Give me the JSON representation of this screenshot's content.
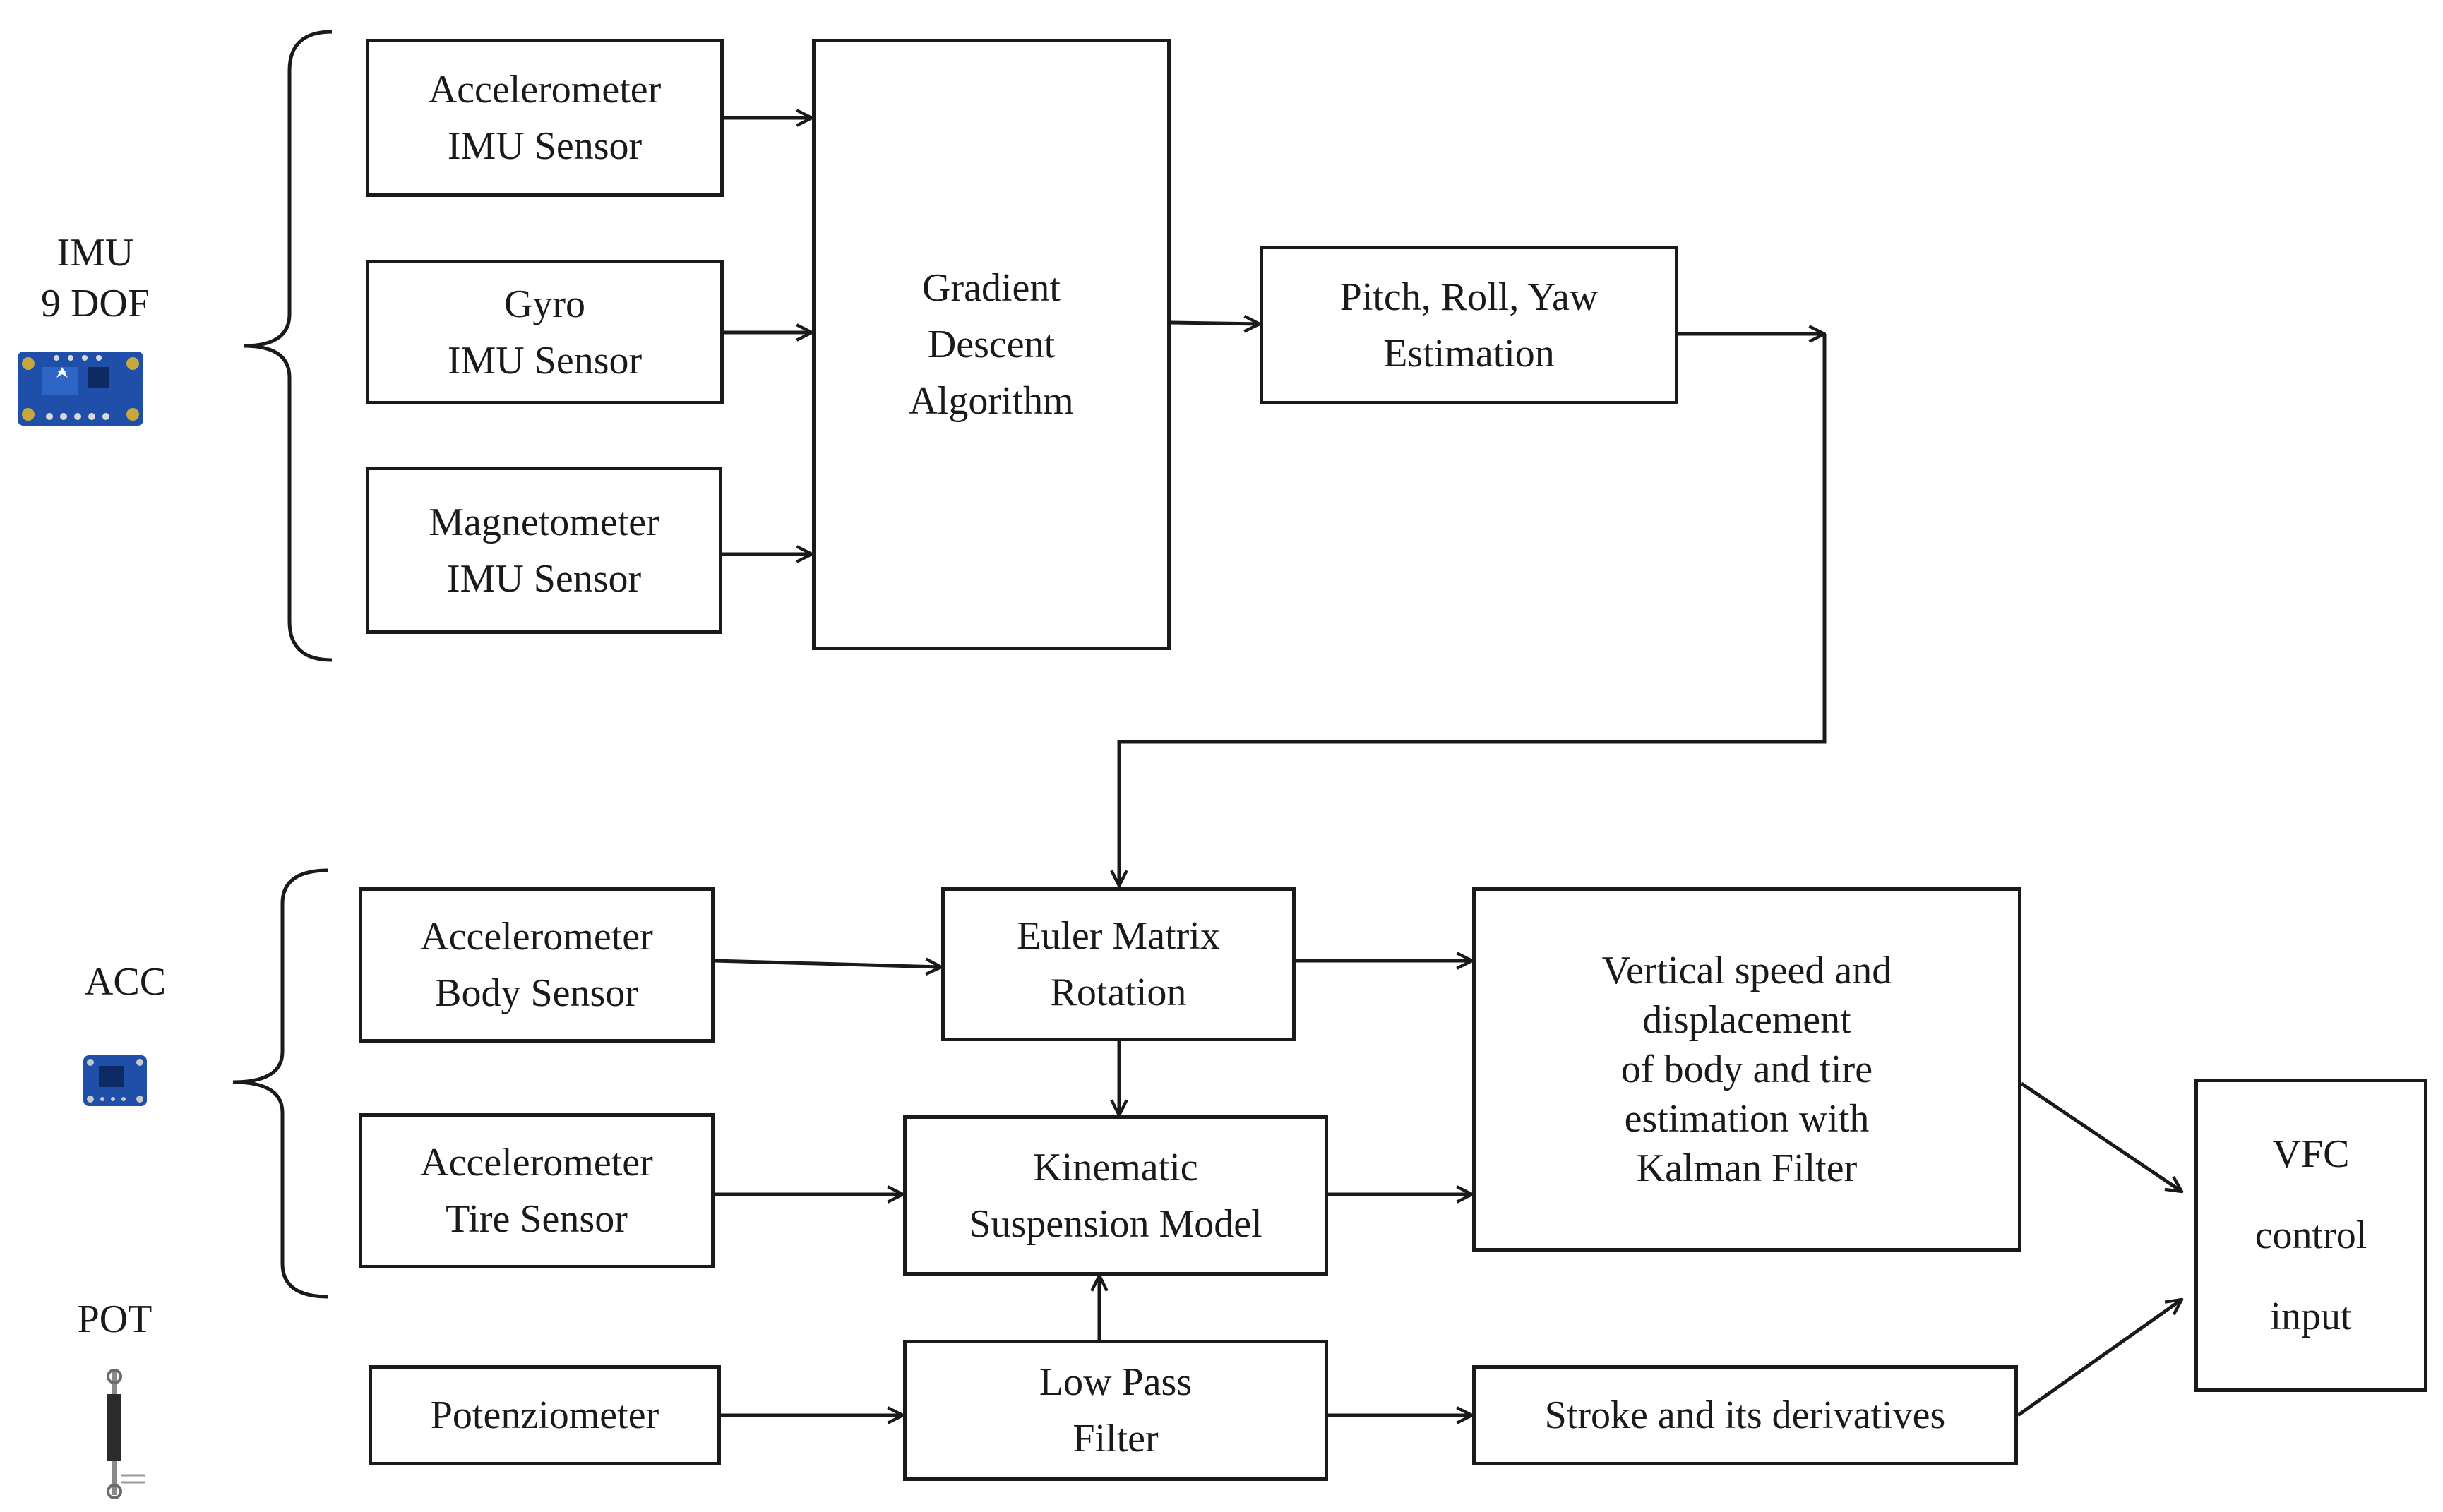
{
  "groups": {
    "imu": {
      "label": "IMU\n9 DOF",
      "icon": "imu-board-icon"
    },
    "acc": {
      "label": "ACC",
      "icon": "accelerometer-board-icon"
    },
    "pot": {
      "label": "POT",
      "icon": "potentiometer-icon"
    }
  },
  "blocks": {
    "accel_imu": "Accelerometer\nIMU Sensor",
    "gyro_imu": "Gyro\nIMU Sensor",
    "mag_imu": "Magnetometer\nIMU Sensor",
    "gradient": "Gradient\nDescent\nAlgorithm",
    "pry": "Pitch, Roll, Yaw\nEstimation",
    "accel_body": "Accelerometer\nBody Sensor",
    "accel_tire": "Accelerometer\nTire Sensor",
    "potenziometer": "Potenziometer",
    "euler": "Euler Matrix\nRotation",
    "kinematic": "Kinematic\nSuspension Model",
    "lowpass": "Low Pass\nFilter",
    "vertical": "Vertical speed and\ndisplacement\nof body and tire\nestimation with\nKalman Filter",
    "stroke": "Stroke and its derivatives",
    "vfc": "VFC\ncontrol\ninput"
  }
}
